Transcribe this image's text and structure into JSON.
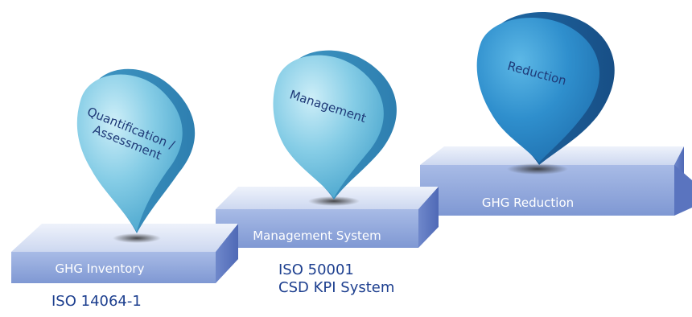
{
  "steps": [
    {
      "marker_label_lines": [
        "Quantification /",
        "Assessment"
      ],
      "platform_label": "GHG Inventory",
      "standards": [
        "ISO 14064-1"
      ]
    },
    {
      "marker_label_lines": [
        "Management"
      ],
      "platform_label": "Management System",
      "standards": [
        "ISO 50001",
        "CSD KPI System"
      ]
    },
    {
      "marker_label_lines": [
        "Reduction"
      ],
      "platform_label": "GHG Reduction",
      "standards": []
    }
  ],
  "colors": {
    "platform_top": "#dfe6f6",
    "platform_front": "#8fa6da",
    "platform_side": "#5e79c4",
    "marker_light": "#b9e6f4",
    "marker_mid": "#5ab5d6",
    "marker_dark": "#2f7fb0",
    "marker_deep_light": "#3fa3d8",
    "marker_deep_dark": "#1b5f9c",
    "label_text": "#ffffff",
    "marker_text": "#1f3a78",
    "caption_text": "#1d3f8f"
  }
}
